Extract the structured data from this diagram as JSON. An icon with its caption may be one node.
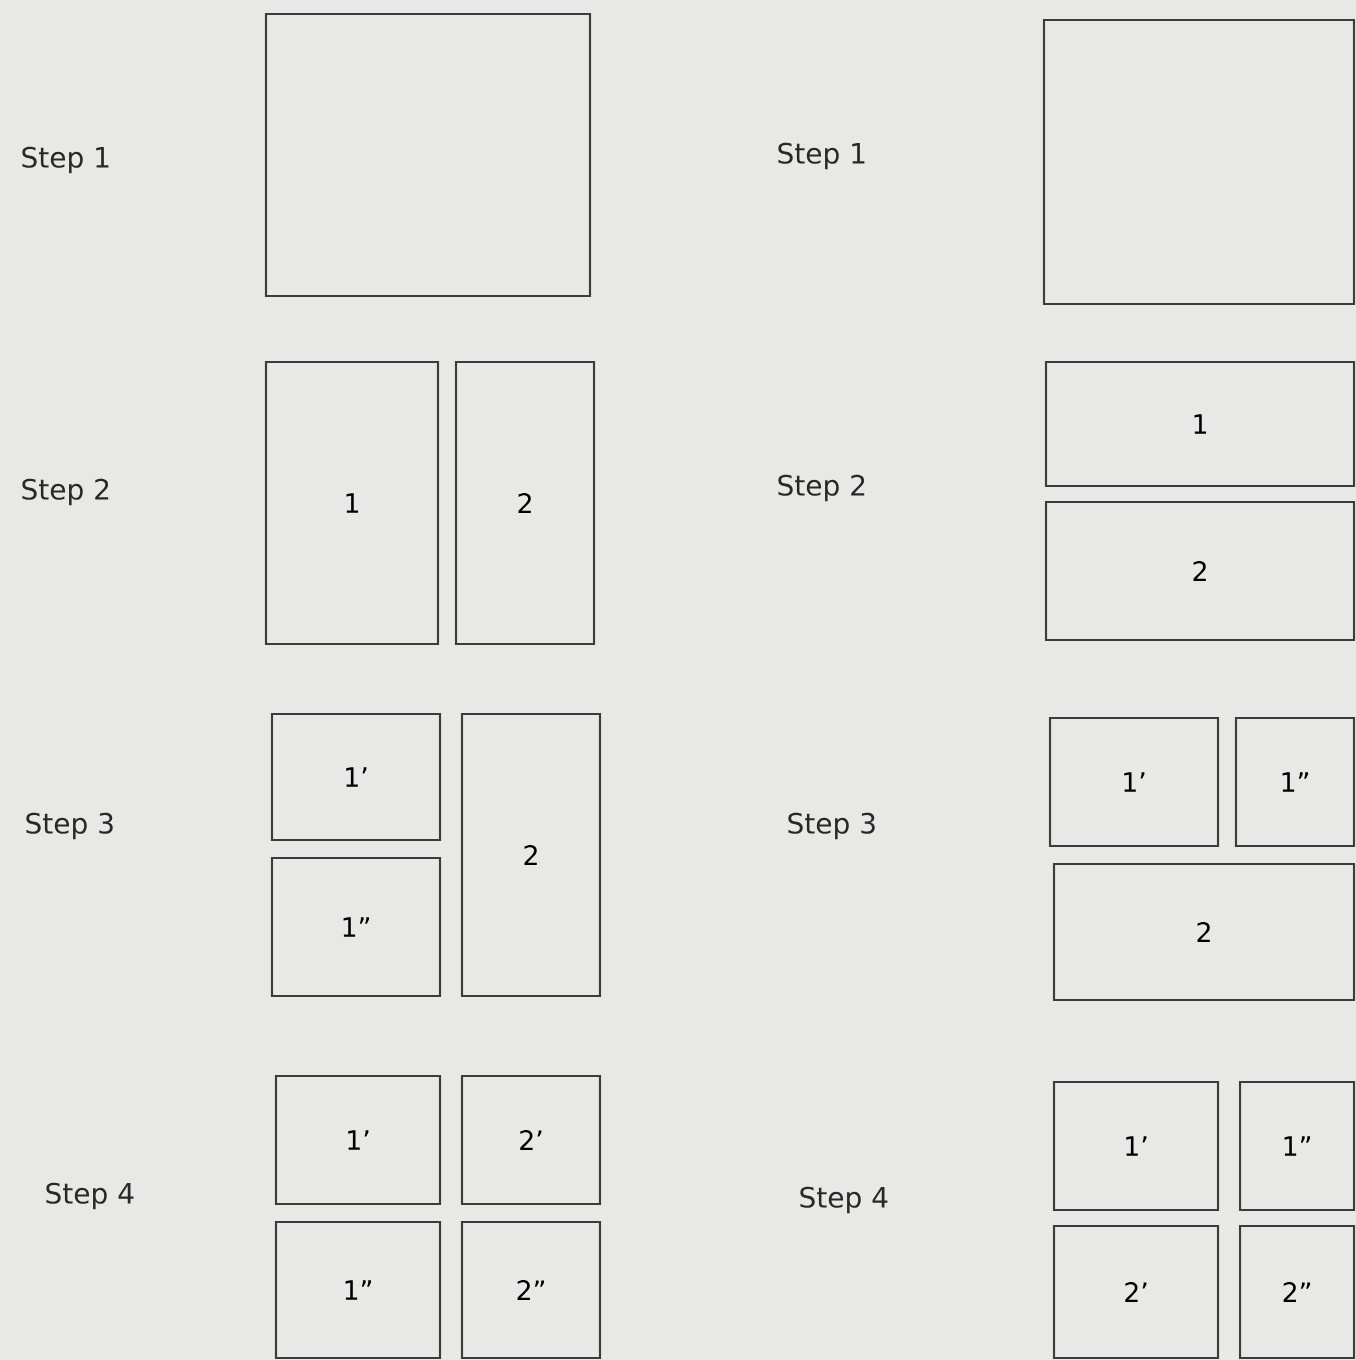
{
  "diagram": {
    "nodes": [
      {
        "text": [],
        "shape": "box"
      },
      {
        "text": [],
        "shape": "box"
      },
      {
        "text": [
          "1"
        ]
      },
      {
        "text": [
          "2"
        ]
      },
      {
        "text": [
          "1"
        ]
      },
      {
        "text": [
          "2"
        ]
      },
      {
        "text": [
          "1’"
        ]
      },
      {
        "text": [
          "1”"
        ]
      },
      {
        "text": [
          "2"
        ]
      },
      {
        "text": [
          "1’"
        ]
      },
      {
        "text": [
          "1”"
        ]
      },
      {
        "text": [
          "2"
        ]
      },
      {
        "text": [
          "1’"
        ]
      },
      {
        "text": [
          "2’"
        ]
      },
      {
        "text": [
          "1”"
        ]
      },
      {
        "text": [
          "2”"
        ]
      },
      {
        "text": [
          "1’"
        ]
      },
      {
        "text": [
          "1”"
        ]
      },
      {
        "text": [
          "2’"
        ]
      },
      {
        "text": [
          "2”"
        ]
      }
    ],
    "labels": [
      "Step 1",
      "Step 1",
      "Step 2",
      "Step 2",
      "Step 3",
      "Step 3",
      "Step 4",
      "Step 4"
    ]
  }
}
